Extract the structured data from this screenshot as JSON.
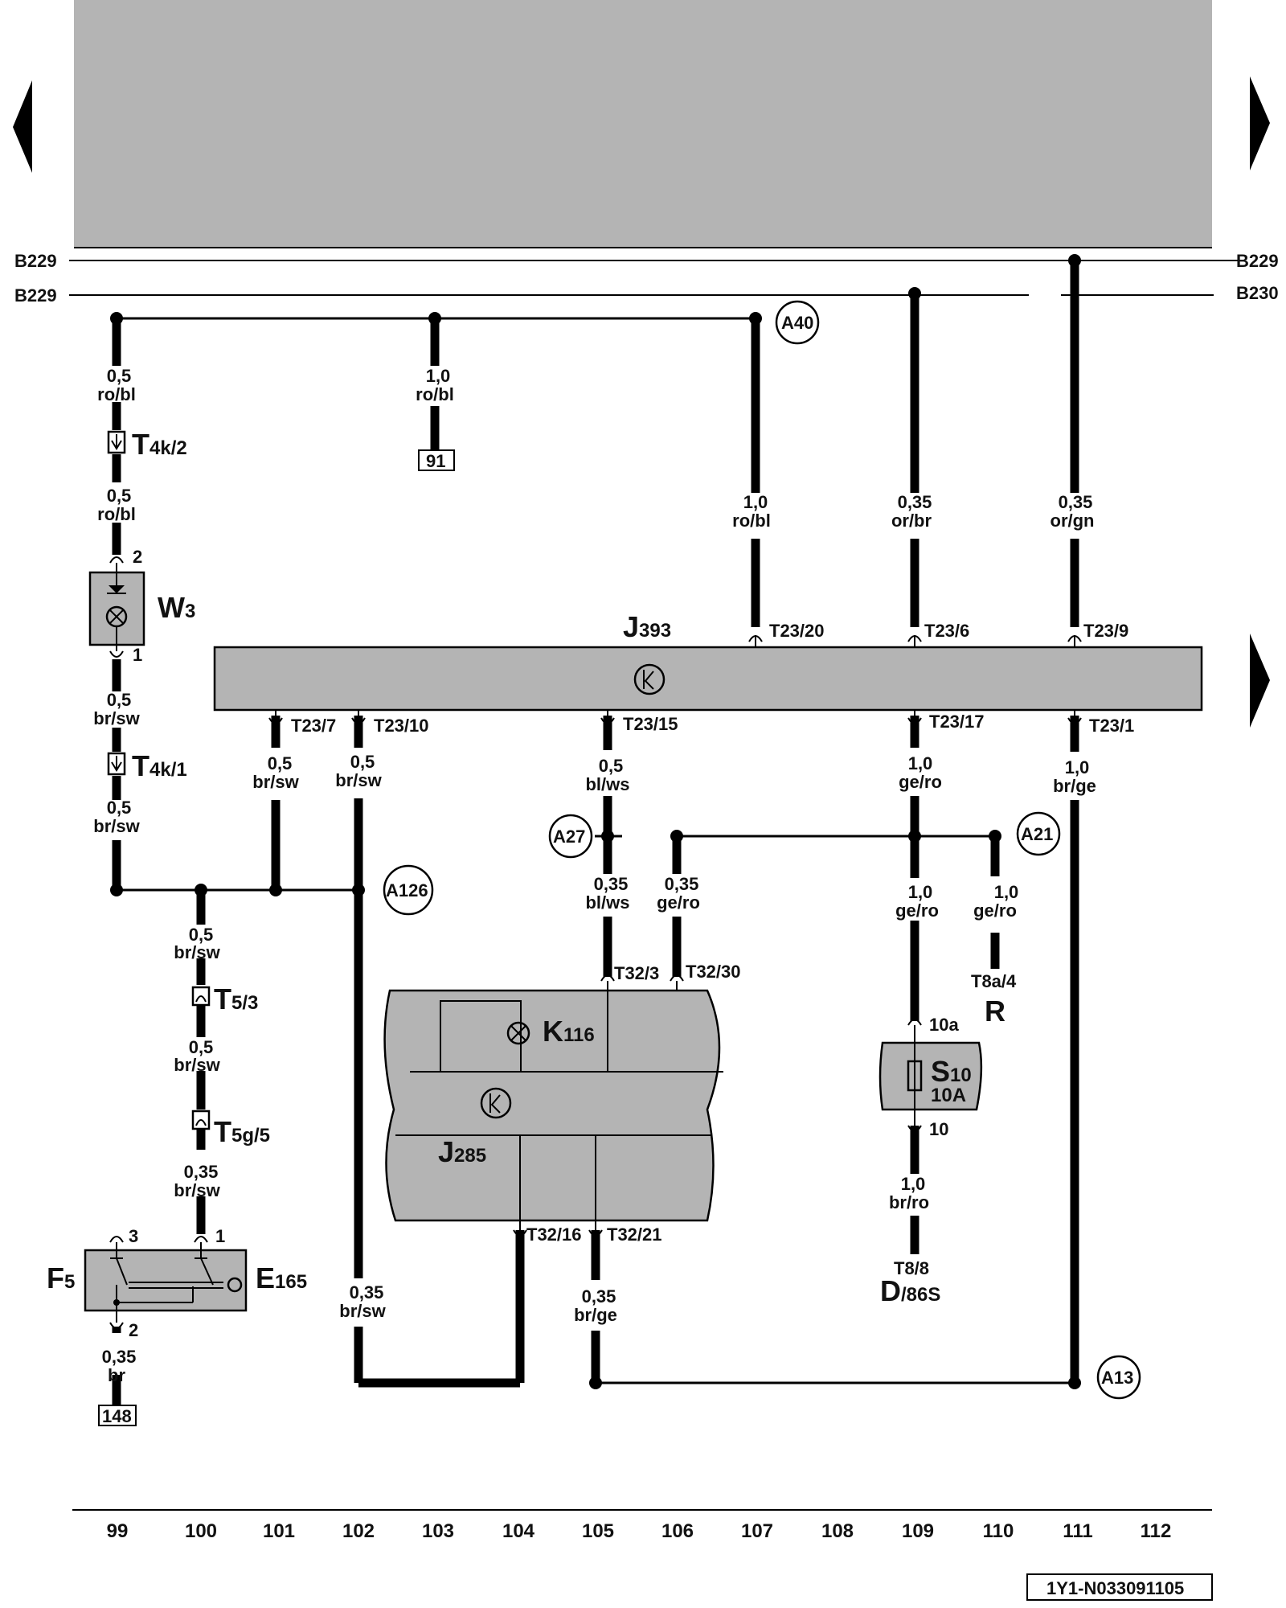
{
  "header": {
    "bus_left_1": "B229",
    "bus_left_2": "B229",
    "bus_right_1": "B229",
    "bus_right_2": "B230"
  },
  "wires": {
    "w99a": [
      "0,5",
      "ro/bl"
    ],
    "w99b": [
      "0,5",
      "ro/bl"
    ],
    "w99c": [
      "0,5",
      "br/sw"
    ],
    "w99d": [
      "0,5",
      "br/sw"
    ],
    "w100a": [
      "0,5",
      "br/sw"
    ],
    "w100b": [
      "0,5",
      "br/sw"
    ],
    "w100c": [
      "0,35",
      "br/sw"
    ],
    "w99e": [
      "0,35",
      "br"
    ],
    "w101": [
      "0,5",
      "br/sw"
    ],
    "w102a": [
      "0,5",
      "br/sw"
    ],
    "w102b": [
      "0,35",
      "br/sw"
    ],
    "w103": [
      "1,0",
      "ro/bl"
    ],
    "w105a": [
      "0,5",
      "bl/ws"
    ],
    "w105b": [
      "0,35",
      "bl/ws"
    ],
    "w106": [
      "0,35",
      "ge/ro"
    ],
    "w105c": [
      "0,35",
      "br/ge"
    ],
    "w107": [
      "1,0",
      "ro/bl"
    ],
    "w109a": [
      "0,35",
      "or/br"
    ],
    "w109b": [
      "1,0",
      "ge/ro"
    ],
    "w109c": [
      "1,0",
      "ge/ro"
    ],
    "w109d": [
      "1,0",
      "br/ro"
    ],
    "w110": [
      "1,0",
      "ge/ro"
    ],
    "w111a": [
      "0,35",
      "or/gn"
    ],
    "w111b": [
      "1,0",
      "br/ge"
    ]
  },
  "connectors": {
    "t4k2": [
      "T",
      "4k/2"
    ],
    "t4k1": [
      "T",
      "4k/1"
    ],
    "t53": [
      "T",
      "5/3"
    ],
    "t5g5": [
      "T",
      "5g/5"
    ],
    "t23_20": "T23/20",
    "t23_6": "T23/6",
    "t23_9": "T23/9",
    "t23_7": "T23/7",
    "t23_10": "T23/10",
    "t23_15": "T23/15",
    "t23_17": "T23/17",
    "t23_1": "T23/1",
    "t32_3": "T32/3",
    "t32_30": "T32/30",
    "t32_16": "T32/16",
    "t32_21": "T32/21",
    "t8a4": "T8a/4",
    "t88": "T8/8"
  },
  "pins": {
    "w3_2": "2",
    "w3_1": "1",
    "sw_3": "3",
    "sw_1": "1",
    "sw_2": "2",
    "s10_in": "10a",
    "s10_out": "10"
  },
  "components": {
    "w3": [
      "W",
      "3"
    ],
    "j393": [
      "J",
      "393"
    ],
    "k116": [
      "K",
      "116"
    ],
    "j285": [
      "J",
      "285"
    ],
    "f5": [
      "F",
      "5"
    ],
    "e165": [
      "E",
      "165"
    ],
    "s10": [
      "S",
      "10"
    ],
    "s10_rating": "10A",
    "r": "R",
    "d": [
      "D",
      "/86S"
    ]
  },
  "nodes": {
    "a40": "A40",
    "a27": "A27",
    "a21": "A21",
    "a126": "A126",
    "a13": "A13"
  },
  "refs": {
    "r91": "91",
    "r148": "148"
  },
  "tracks": [
    "99",
    "100",
    "101",
    "102",
    "103",
    "104",
    "105",
    "106",
    "107",
    "108",
    "109",
    "110",
    "111",
    "112"
  ],
  "footer": {
    "code": "1Y1-N033091105"
  }
}
